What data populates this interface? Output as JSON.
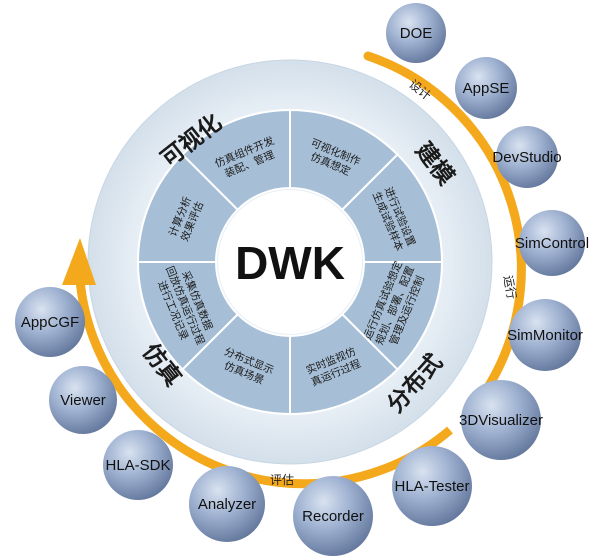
{
  "center": {
    "label": "DWK"
  },
  "ring_labels": {
    "visualization": "可视化",
    "modeling": "建模",
    "distributed": "分布式",
    "simulation": "仿真"
  },
  "segments": [
    {
      "line1": "可视化制作",
      "line2": "仿真想定"
    },
    {
      "line1": "进行试验设置",
      "line2": "生成试验样本"
    },
    {
      "line1": "运行仿真试验想定",
      "line2": "规划、部署、配置",
      "line3": "管理及运行控制"
    },
    {
      "line1": "实时监视仿",
      "line2": "真运行过程"
    },
    {
      "line1": "分布式显示",
      "line2": "仿真场景"
    },
    {
      "line1": "采集仿真数据",
      "line2": "回放仿真运行过程",
      "line3": "进行工况记录"
    },
    {
      "line1": "计算分析",
      "line2": "效果评估"
    },
    {
      "line1": "仿真组件开发",
      "line2": "装配、管理"
    }
  ],
  "arc_labels": {
    "design": "设计",
    "run": "运行",
    "evaluate": "评估"
  },
  "tools": [
    "DOE",
    "AppSE",
    "DevStudio",
    "SimControl",
    "SimMonitor",
    "3DVisualizer",
    "HLA-Tester",
    "Recorder",
    "Analyzer",
    "HLA-SDK",
    "Viewer",
    "AppCGF"
  ],
  "colors": {
    "outer_ring": "#dce6ef",
    "segment": "#a7bfd6",
    "segment_stroke": "#ffffff",
    "arrow": "#f4a91d",
    "tool_fill": "#8ea3c4"
  }
}
